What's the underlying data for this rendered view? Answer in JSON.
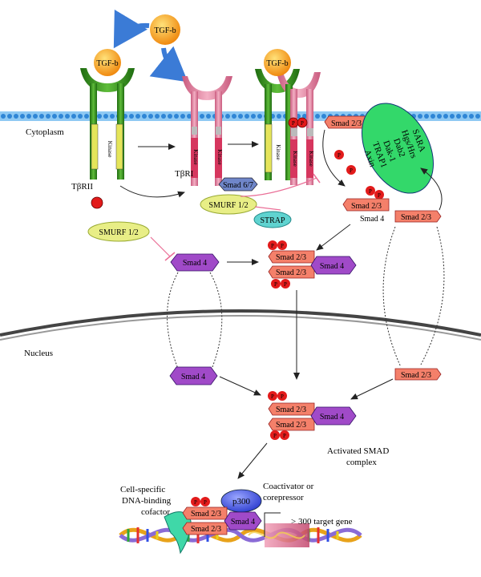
{
  "ligand": {
    "label": "TGF-b"
  },
  "compartments": {
    "cytoplasm": "Cytoplasm",
    "nucleus": "Nucleus"
  },
  "receptors": {
    "type2": "TβRII",
    "type1": "TβRI",
    "kinase": "Kinase"
  },
  "phospho": "P",
  "proteins": {
    "smad23": "Smad 2/3",
    "smad4": "Smad 4",
    "smad67": "Smad 6/7",
    "smurf": "SMURF 1/2",
    "strap": "STRAP",
    "p300": "p300"
  },
  "anchors": {
    "lines": [
      "SARA",
      "Hgs/Hrs",
      "Dab2",
      "Dak-1",
      "TRAP1",
      "Axin"
    ]
  },
  "labels": {
    "activated_1": "Activated SMAD",
    "activated_2": "complex",
    "cofactor_1": "Cell-specific",
    "cofactor_2": "DNA-binding",
    "cofactor_3": "cofactor",
    "coactivator_1": "Coactivator or",
    "coactivator_2": "corepressor",
    "target": "> 300 target gene"
  },
  "colors": {
    "ligand": "#f6a21a",
    "type2_receptor": "#3c8f1e",
    "type1_receptor": "#e08aa6",
    "kinase": "#e0e05a",
    "phospho": "#e21b1b",
    "smad23": "#f4806a",
    "smad4": "#a04ac8",
    "smad67": "#6f86c9",
    "smurf": "#e8ee86",
    "strap": "#5fd3d0",
    "anchors": "#33d86a",
    "p300": "#3a4ed8",
    "membrane": "#5aa8e8",
    "inhibition": "#ea6f97"
  }
}
